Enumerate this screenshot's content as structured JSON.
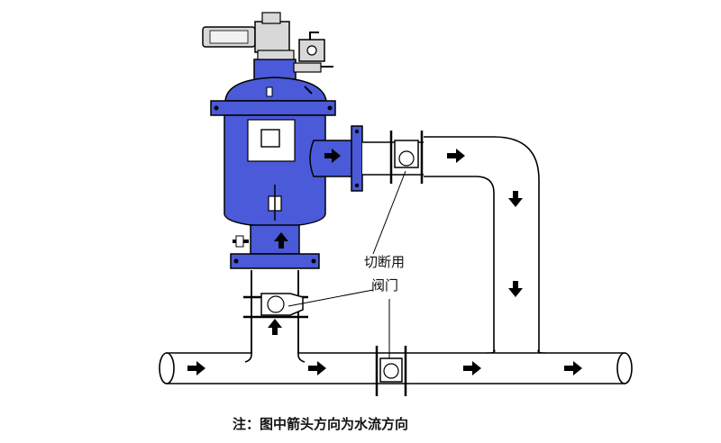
{
  "labels": {
    "valve_label_line1": "切断用",
    "valve_label_line2": "阀门",
    "note": "注：图中箭头方向为水流方向"
  },
  "colors": {
    "filter_body": "#4a5ad8",
    "pipe_fill": "#ffffff",
    "outline": "#000000",
    "motor_fill": "#d8d8d8",
    "arrow": "#000000"
  },
  "icons": [
    "flow-arrow-right-icon",
    "flow-arrow-down-icon",
    "flow-arrow-up-icon"
  ]
}
